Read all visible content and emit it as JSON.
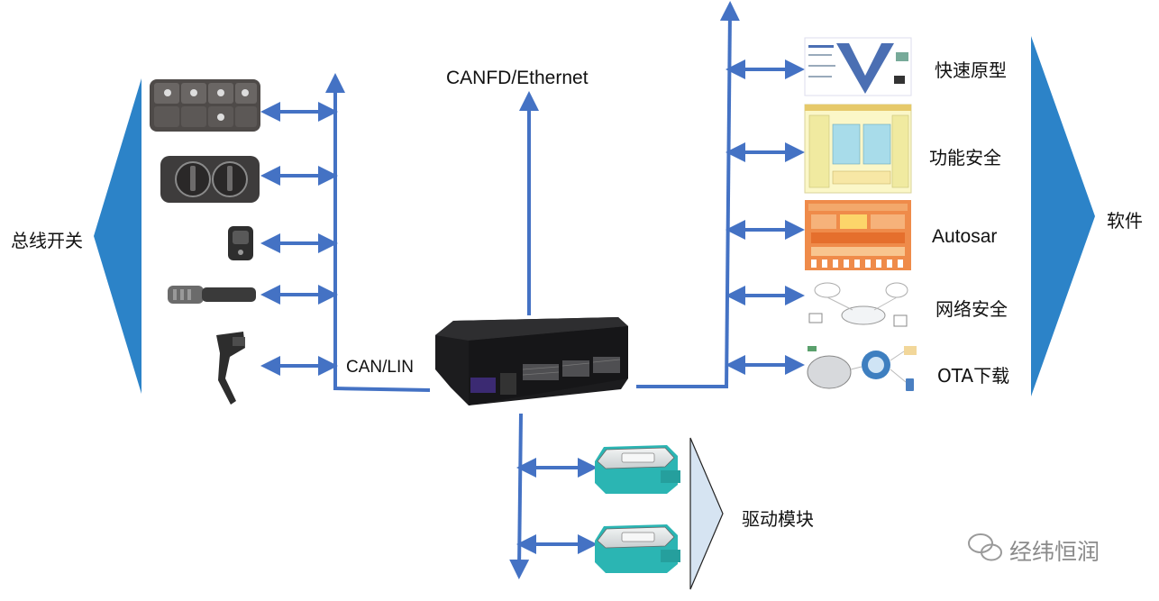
{
  "labels": {
    "bus_switch": "总线开关",
    "software": "软件",
    "canfd_ethernet": "CANFD/Ethernet",
    "can_lin": "CAN/LIN",
    "drive_module": "驱动模块",
    "watermark": "经纬恒润"
  },
  "software_items": [
    "快速原型",
    "功能安全",
    "Autosar",
    "网络安全",
    "OTA下载"
  ],
  "colors": {
    "arrow": "#4472c4",
    "triangle": "#2c83c8",
    "light_triangle": "#d6e4f2",
    "ecu_body": "#1c1c1e",
    "module_teal": "#2bb5b3"
  },
  "icons": {
    "switch_panel": "switch-panel-icon",
    "headlight_knob": "headlight-knob-icon",
    "small_switch": "small-switch-icon",
    "stalk_switch": "stalk-switch-icon",
    "pedal": "pedal-icon",
    "ecu": "ecu-controller-icon",
    "drive_module": "drive-module-icon",
    "watermark": "wechat-icon"
  }
}
